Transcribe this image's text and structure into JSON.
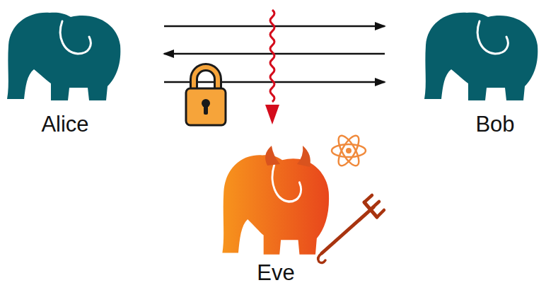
{
  "diagram": {
    "nodes": [
      {
        "text": [
          "Alice"
        ]
      },
      {
        "text": [
          "Bob"
        ]
      },
      {
        "text": [
          "Eve"
        ]
      }
    ],
    "edges": [
      {
        "from": 0,
        "to": 1,
        "arrow": "to"
      },
      {
        "from": 1,
        "to": 0,
        "arrow": "to"
      },
      {
        "from": 0,
        "to": 1,
        "arrow": "to"
      }
    ]
  }
}
